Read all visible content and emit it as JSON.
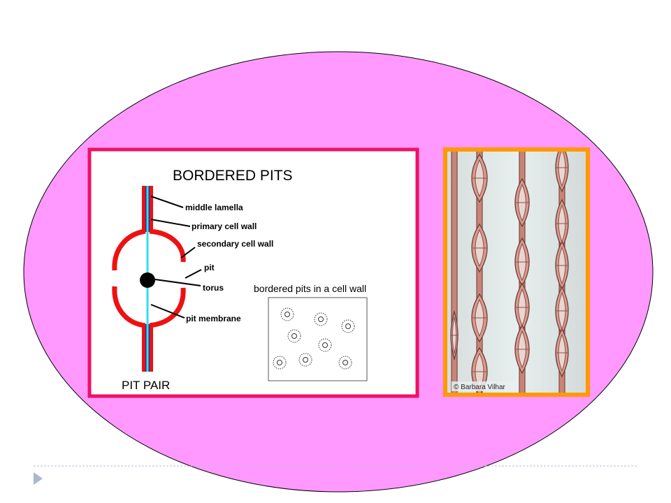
{
  "diagram": {
    "title": "BORDERED PITS",
    "bottom_label": "PIT PAIR",
    "labels": {
      "middle_lamella": "middle lamella",
      "primary_cell_wall": "primary cell wall",
      "secondary_cell_wall": "secondary cell wall",
      "pit": "pit",
      "torus": "torus",
      "pit_membrane": "pit membrane"
    },
    "inset_title": "bordered pits in a cell wall"
  },
  "photo": {
    "credit": "© Barbara Vilhar"
  },
  "colors": {
    "background_oval": "#ff99ff",
    "diagram_frame": "#ee1166",
    "photo_frame": "#ff9900",
    "cell_wall_red": "#ee1111",
    "middle_lamella_cyan": "#33ddee",
    "torus_black": "#000000",
    "footer_arrow": "#a9b8cc"
  },
  "icons": {
    "footer": "triangle-arrow-icon"
  }
}
